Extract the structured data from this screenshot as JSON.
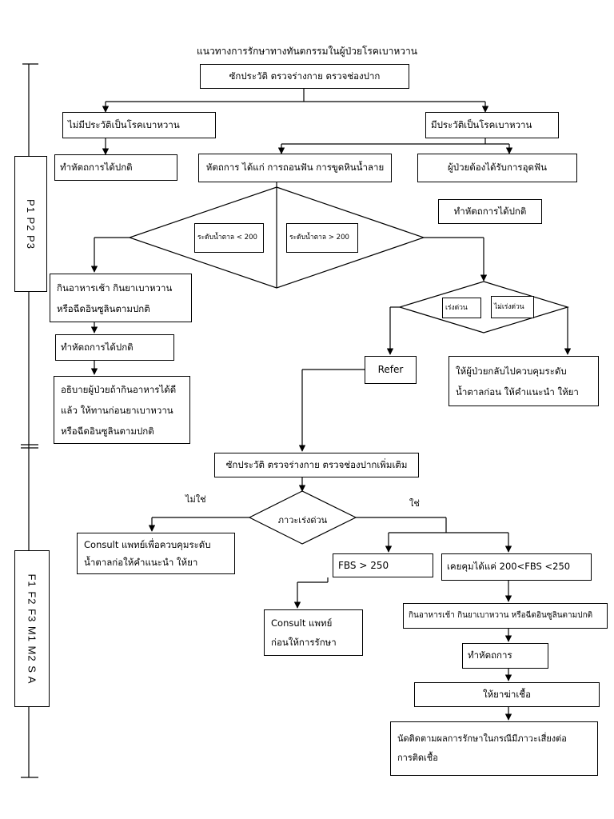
{
  "title": "แนวทางการรักษาทางทันตกรรมในผู้ป่วยโรคเบาหวาน",
  "phases": {
    "p_label": "P1   P2   P3",
    "f_label": "F1   F2   F3  M1   M2   S   A"
  },
  "nodes": {
    "history_exam": "ซักประวัติ ตรวจร่างกาย ตรวจช่องปาก",
    "no_diabetes_history": "ไม่มีประวัติเป็นโรคเบาหวาน",
    "has_diabetes_history": "มีประวัติเป็นโรคเบาหวาน",
    "normal_procedure_1": "ทำหัตถการได้ปกติ",
    "invasive_procedures": "หัตถการ ได้แก่ การถอนฟัน การขูดหินน้ำลาย",
    "patient_needs_filling": "ผู้ป่วยต้องได้รับการอุดฟัน",
    "normal_procedure_2": "ทำหัตถการได้ปกติ",
    "sugar_below_200": "ระดับน้ำตาล < 200",
    "sugar_above_200": "ระดับน้ำตาล > 200",
    "eat_breakfast_line1": "กินอาหารเช้า กินยาเบาหวาน",
    "eat_breakfast_line2": "หรือฉีดอินซูลินตามปกติ",
    "normal_procedure_3": "ทำหัตถการได้ปกติ",
    "explain_line1": "อธิบายผู้ป่วยถ้ากินอาหารได้ดี",
    "explain_line2": "แล้ว ให้ทานก่อนยาเบาหวาน",
    "explain_line3": "หรือฉีดอินซูลินตามปกติ",
    "urgent": "เร่งด่วน",
    "not_urgent": "ไม่เร่งด่วน",
    "refer": "Refer",
    "send_back_line1": "ให้ผู้ป่วยกลับไปควบคุมระดับ",
    "send_back_line2": "น้ำตาลก่อน  ให้คำแนะนำ  ให้ยา",
    "history_exam_more": "ซักประวัติ ตรวจร่างกาย ตรวจช่องปากเพิ่มเติม",
    "emergency_condition": "ภาวะเร่งด่วน",
    "label_no": "ไม่ใช่",
    "label_yes": "ใช่",
    "consult_control_line1": "Consult แพทย์เพื่อควบคุมระดับ",
    "consult_control_line2": "น้ำตาลก่อให้คำแนะนำ  ให้ยา",
    "fbs_over_250": "FBS > 250",
    "fbs_range": "เคยคุมได้แค่ 200<FBS <250",
    "consult_doctor_line1": "Consult แพทย์",
    "consult_doctor_line2": "ก่อนให้การรักษา",
    "eat_breakfast_full": "กินอาหารเช้า กินยาเบาหวาน หรือฉีดอินซูลินตามปกติ",
    "do_procedure": "ทำหัตถการ",
    "give_antibiotic": "ให้ยาฆ่าเชื้อ",
    "follow_up_line1": "นัดติดตามผลการรักษาในกรณีมีภาวะเสี่ยงต่อ",
    "follow_up_line2": "การติดเชื้อ"
  }
}
